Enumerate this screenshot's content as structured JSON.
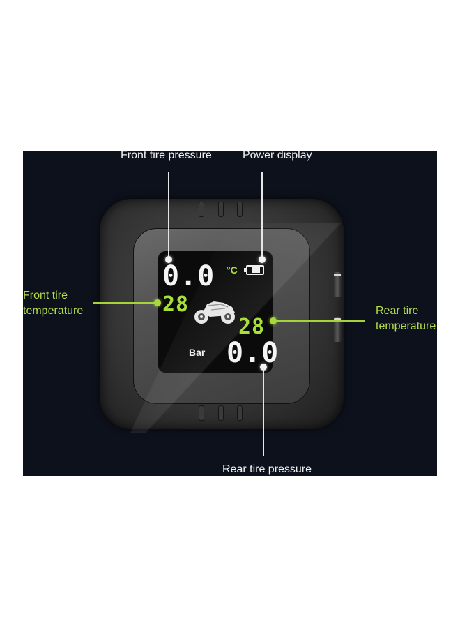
{
  "annotations": {
    "front_tire_pressure": "Front tire pressure",
    "power_display": "Power display",
    "front_tire_temperature": [
      "Front tire",
      "temperature"
    ],
    "rear_tire_temperature": [
      "Rear tire",
      "temperature"
    ],
    "rear_tire_pressure": "Rear tire pressure"
  },
  "display": {
    "front_pressure": "0.0",
    "front_temperature": "28",
    "rear_temperature": "28",
    "rear_pressure": "0.0",
    "temperature_unit": "°C",
    "pressure_unit": "Bar",
    "battery_icon": "battery-icon",
    "vehicle_icon": "motorcycle-icon"
  },
  "colors": {
    "background": "#0d111b",
    "accent_green": "#a8e03a",
    "label_white": "#f2f2f2"
  }
}
